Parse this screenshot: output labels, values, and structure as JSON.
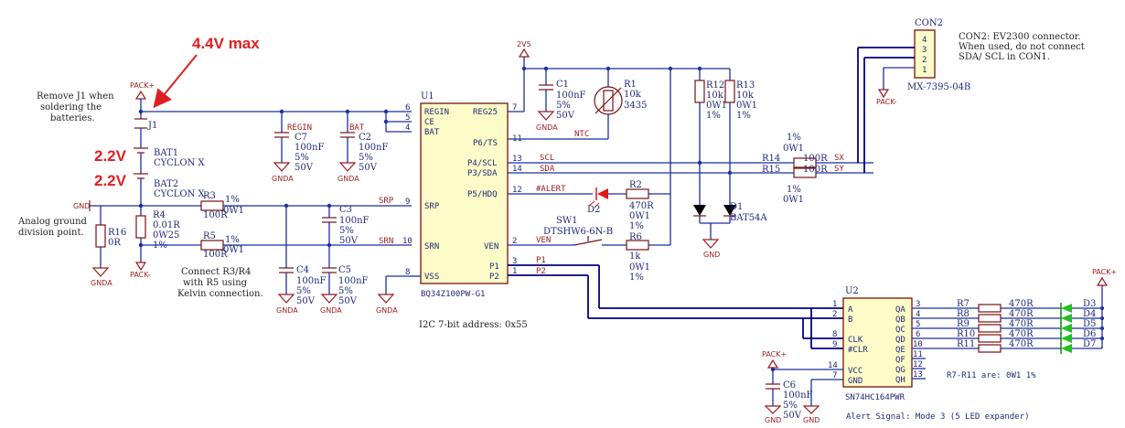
{
  "annotations": {
    "max_voltage": "4.4V max",
    "cell1_voltage": "2.2V",
    "cell2_voltage": "2.2V",
    "remove_j1": [
      "Remove J1 when",
      "soldering the",
      "batteries."
    ],
    "analog_ground": [
      "Analog ground",
      "division point."
    ],
    "kelvin": [
      "Connect R3/R4",
      "with R5 using",
      "Kelvin connection."
    ],
    "i2c_address": "I2C 7-bit address: 0x55",
    "con2_note": [
      "CON2: EV2300 connector.",
      "When used, do not connect",
      "SDA/ SCL in CON1."
    ],
    "r7_r11": "R7-R11 are:  0W1  1%",
    "alert_signal": "Alert Signal: Mode 3 (5 LED expander)"
  },
  "power": {
    "pack_plus": "PACK+",
    "pack_minus": "PACK-",
    "v2v5": "2V5",
    "gnd": "GND",
    "gnda": "GNDA"
  },
  "u1": {
    "ref": "U1",
    "part": "BQ34Z100PW-G1",
    "left_pins": [
      {
        "name": "REGIN",
        "num": "6"
      },
      {
        "name": "CE",
        "num": "5"
      },
      {
        "name": "BAT",
        "num": "4"
      },
      {
        "name": "SRP",
        "num": "9"
      },
      {
        "name": "SRN",
        "num": "10"
      },
      {
        "name": "VSS",
        "num": "8"
      }
    ],
    "right_pins": [
      {
        "name": "REG25",
        "num": "7"
      },
      {
        "name": "P6/TS",
        "num": "11"
      },
      {
        "name": "P4/SCL",
        "num": "13"
      },
      {
        "name": "P3/SDA",
        "num": "14"
      },
      {
        "name": "P5/HDQ",
        "num": "12"
      },
      {
        "name": "VEN",
        "num": "2"
      },
      {
        "name": "P1",
        "num": "3"
      },
      {
        "name": "P2",
        "num": "1"
      }
    ]
  },
  "u2": {
    "ref": "U2",
    "part": "SN74HC164PWR",
    "left_pins": [
      {
        "name": "A",
        "num": "1"
      },
      {
        "name": "B",
        "num": "2"
      },
      {
        "name": "CLK",
        "num": "8"
      },
      {
        "name": "#CLR",
        "num": "9"
      },
      {
        "name": "VCC",
        "num": "14"
      },
      {
        "name": "GND",
        "num": "7"
      }
    ],
    "right_pins": [
      {
        "name": "QA",
        "num": "3"
      },
      {
        "name": "QB",
        "num": "4"
      },
      {
        "name": "QC",
        "num": "5"
      },
      {
        "name": "QD",
        "num": "6"
      },
      {
        "name": "QE",
        "num": "10"
      },
      {
        "name": "QF",
        "num": "11"
      },
      {
        "name": "QG",
        "num": "12"
      },
      {
        "name": "QH",
        "num": "13"
      }
    ]
  },
  "nets": {
    "regin": "REGIN",
    "bat": "BAT",
    "srp": "SRP",
    "srn": "SRN",
    "ntc": "NTC",
    "scl": "SCL",
    "sda": "SDA",
    "alert": "#ALERT",
    "ven": "VEN",
    "p1": "P1",
    "p2": "P2",
    "sx": "SX",
    "sy": "SY",
    "gnd_tag": "GND"
  },
  "components": {
    "j1": "J1",
    "bat1": {
      "ref": "BAT1",
      "val": "CYCLON X"
    },
    "bat2": {
      "ref": "BAT2",
      "val": "CYCLON X"
    },
    "c7": {
      "ref": "C7",
      "lines": [
        "100nF",
        "5%",
        "50V"
      ]
    },
    "c2": {
      "ref": "C2",
      "lines": [
        "100nF",
        "5%",
        "50V"
      ]
    },
    "c1": {
      "ref": "C1",
      "lines": [
        "100nF",
        "5%",
        "50V"
      ]
    },
    "c3": {
      "ref": "C3",
      "lines": [
        "100nF",
        "5%",
        "50V"
      ]
    },
    "c4": {
      "ref": "C4",
      "lines": [
        "100nF",
        "5%",
        "50V"
      ]
    },
    "c5": {
      "ref": "C5",
      "lines": [
        "100nF",
        "5%",
        "50V"
      ]
    },
    "c6": {
      "ref": "C6",
      "lines": [
        "100nF",
        "5%",
        "50V"
      ]
    },
    "r1": {
      "ref": "R1",
      "lines": [
        "10k",
        "3435"
      ]
    },
    "r3": {
      "ref": "R3",
      "val": "100R",
      "tol": "1%",
      "pw": "0W1"
    },
    "r5": {
      "ref": "R5",
      "val": "100R",
      "tol": "1%",
      "pw": "0W1"
    },
    "r4": {
      "ref": "R4",
      "lines": [
        "0.01R",
        "0W25",
        "1%"
      ]
    },
    "r16": {
      "ref": "R16",
      "val": "0R"
    },
    "r12": {
      "ref": "R12",
      "lines": [
        "10k",
        "0W1",
        "1%"
      ]
    },
    "r13": {
      "ref": "R13",
      "lines": [
        "10k",
        "0W1",
        "1%"
      ]
    },
    "r14": {
      "ref": "R14",
      "val": "100R",
      "top": [
        "1%",
        "0W1"
      ]
    },
    "r15": {
      "ref": "R15",
      "val": "100R",
      "bottom": [
        "1%",
        "0W1"
      ]
    },
    "r2": {
      "ref": "R2",
      "lines": [
        "470R",
        "0W1",
        "1%"
      ]
    },
    "r6": {
      "ref": "R6",
      "lines": [
        "1k",
        "0W1",
        "1%"
      ]
    },
    "d1": {
      "ref": "D1",
      "val": "BAT54A"
    },
    "d2": "D2",
    "sw1": {
      "ref": "SW1",
      "val": "DTSHW6-6N-B"
    },
    "con2": {
      "ref": "CON2",
      "part": "MX-7395-04B",
      "pins": [
        "4",
        "3",
        "2",
        "1"
      ]
    },
    "led_resistors": [
      {
        "ref": "R7",
        "val": "470R",
        "led": "D3"
      },
      {
        "ref": "R8",
        "val": "470R",
        "led": "D4"
      },
      {
        "ref": "R9",
        "val": "470R",
        "led": "D5"
      },
      {
        "ref": "R10",
        "val": "470R",
        "led": "D6"
      },
      {
        "ref": "R11",
        "val": "470R",
        "led": "D7"
      }
    ]
  },
  "colors": {
    "wire": "#1b2fa0",
    "component": "#7a1010",
    "ic_fill": "#fdfcc8",
    "net_label": "#9b1c1c",
    "annotation_red": "#e02020",
    "led_green": "#22c022",
    "led_red": "#e01818"
  }
}
